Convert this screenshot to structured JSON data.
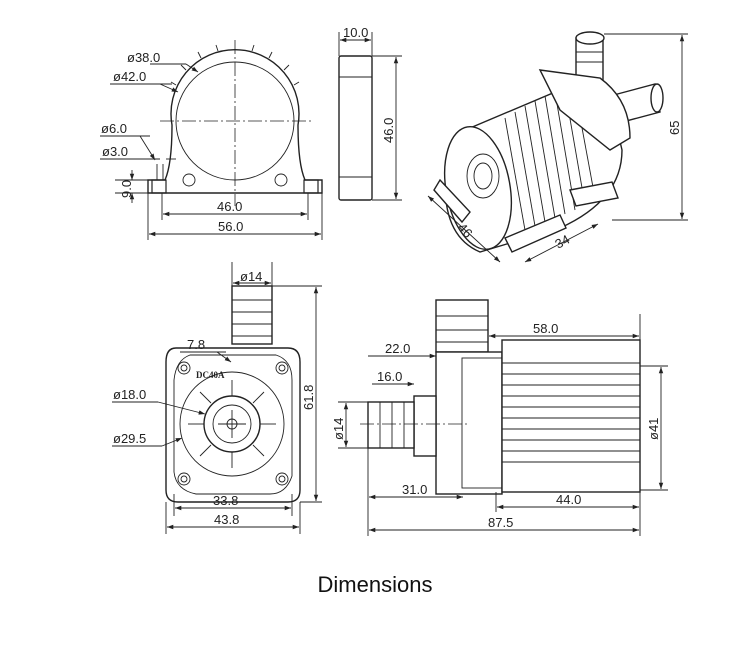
{
  "caption": "Dimensions",
  "model": "DC40A",
  "views": {
    "front": {
      "outer_dia": "ø38.0",
      "flange_dia": "ø42.0",
      "hole_dia": "ø6.0",
      "hole_inner_dia": "ø3.0",
      "foot_height": "9.0",
      "hole_spacing": "46.0",
      "overall_width": "56.0"
    },
    "side": {
      "thickness": "10.0",
      "height": "46.0"
    },
    "iso": {
      "height": "65",
      "depth": "46",
      "width": "34"
    },
    "end": {
      "outlet_dia": "ø14",
      "offset": "7.8",
      "rotor_dia": "ø18.0",
      "inlet_dia": "ø29.5",
      "height": "61.8",
      "inner_width": "33.8",
      "outer_width": "43.8"
    },
    "profile": {
      "outlet_offset": "22.0",
      "inlet_depth": "16.0",
      "body_length": "58.0",
      "inlet_dia": "ø14",
      "body_dia": "ø41",
      "inlet_length": "31.0",
      "motor_length": "44.0",
      "total_length": "87.5"
    }
  }
}
